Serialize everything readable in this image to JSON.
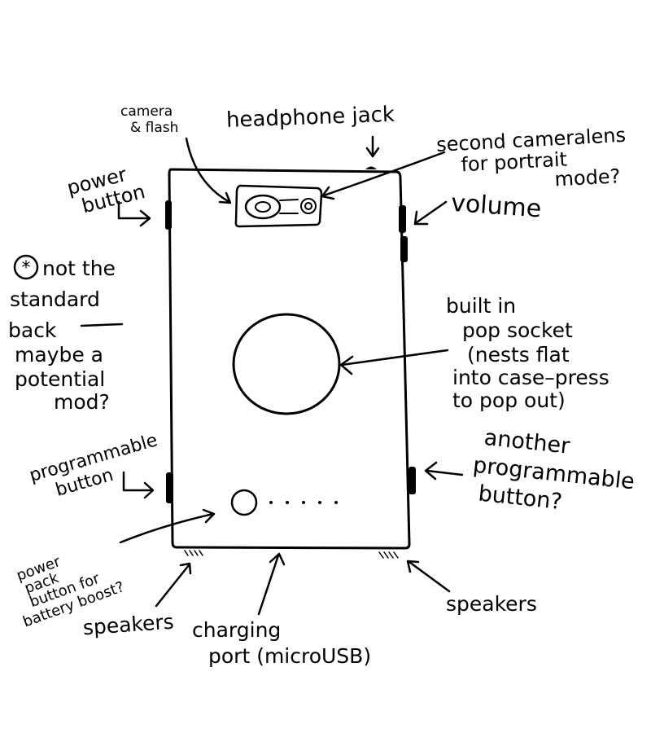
{
  "labels": {
    "camera_flash": [
      "camera",
      "& flash"
    ],
    "headphone_jack": [
      "headphone jack"
    ],
    "second_camera": [
      "second cameralens",
      "for portrait",
      "mode?"
    ],
    "power_button": [
      "power",
      "button"
    ],
    "volume": [
      "volume"
    ],
    "not_standard": [
      "not the",
      "standard",
      "back",
      "maybe a",
      "potential",
      "mod?"
    ],
    "pop_socket": [
      "built in",
      "pop socket",
      "(nests flat",
      "into case–press",
      "to pop out)"
    ],
    "programmable_button": [
      "programmable",
      "button"
    ],
    "another_programmable": [
      "another",
      "programmable",
      "button?"
    ],
    "power_pack": [
      "power",
      "pack",
      "button for",
      "battery boost?"
    ],
    "speakers_left": [
      "speakers"
    ],
    "charging_port": [
      "charging",
      "port (microUSB)"
    ],
    "speakers_right": [
      "speakers"
    ]
  },
  "asterisk_symbol": "*"
}
